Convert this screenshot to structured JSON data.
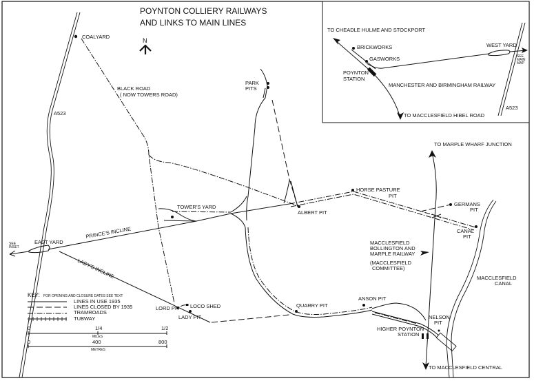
{
  "title": {
    "line1": "POYNTON COLLIERY RAILWAYS",
    "line2": "AND LINKS TO MAIN LINES"
  },
  "north_label": "N",
  "places": {
    "coalyard": "COALYARD",
    "black_road": "BLACK ROAD",
    "towers_road": "( NOW TOWERS ROAD)",
    "a523_main": "A523",
    "park_pits_1": "PARK",
    "park_pits_2": "PITS",
    "towers_yard": "TOWER'S YARD",
    "albert_pit": "ALBERT PIT",
    "horse_pasture_1": "HORSE PASTURE",
    "horse_pasture_2": "PIT",
    "germans_1": "GERMANS",
    "germans_2": "PIT",
    "canal_pit_1": "CANAL",
    "canal_pit_2": "PIT",
    "marple_wharf": "TO MARPLE WHARF JUNCTION",
    "mbm_1": "MACCLESFIELD",
    "mbm_2": "BOLLINGTON AND",
    "mbm_3": "MARPLE RAILWAY",
    "mbm_4": "(MACCLESFIELD",
    "mbm_5": "COMMITTEE)",
    "macc_canal_1": "MACCLESFIELD",
    "macc_canal_2": "CANAL",
    "east_yard": "EAST YARD",
    "see_inset_1": "SEE",
    "see_inset_2": "INSET",
    "princes_incline": "PRINCE'S INCLINE",
    "ladys_incline": "LADY'S INCLINE",
    "loco_shed": "LOCO SHED",
    "lord_pit": "LORD PIT",
    "lady_pit": "LADY PIT",
    "quarry_pit": "QUARRY PIT",
    "anson_pit": "ANSON PIT",
    "nelson_1": "NELSON",
    "nelson_2": "PIT",
    "higher_poynton_1": "HIGHER POYNTON",
    "higher_poynton_2": "STATION",
    "macc_central": "TO MACCLESFIELD CENTRAL"
  },
  "inset": {
    "cheadle": "TO CHEADLE HULME AND STOCKPORT",
    "brickworks": "BRICKWORKS",
    "gasworks": "GASWORKS",
    "poynton_1": "POYNTON",
    "poynton_2": "STATION",
    "mbr": "MANCHESTER AND BIRMINGHAM RAILWAY",
    "hibel": "TO MACCLESFIELD HIBEL ROAD",
    "west_yard": "WEST YARD",
    "see_main_1": "SEE",
    "see_main_2": "MAIN",
    "see_main_3": "MAP",
    "a523": "A523"
  },
  "key": {
    "heading": "KEY:",
    "note": "FOR OPENING AND CLOSURE DATES SEE TEXT",
    "items": [
      {
        "style": "solid",
        "label": "LINES IN USE 1935"
      },
      {
        "style": "dashed",
        "label": "LINES CLOSED BY 1935"
      },
      {
        "style": "dash-dot",
        "label": "TRAMROADS"
      },
      {
        "style": "tubway",
        "label": "TUBWAY"
      }
    ]
  },
  "scale": {
    "miles": {
      "ticks": [
        "0",
        "1/4",
        "1/2"
      ],
      "unit": "MILES"
    },
    "metres": {
      "ticks": [
        "0",
        "400",
        "800"
      ],
      "unit": "METRES"
    }
  },
  "colors": {
    "ink": "#111111",
    "paper": "#ffffff"
  }
}
